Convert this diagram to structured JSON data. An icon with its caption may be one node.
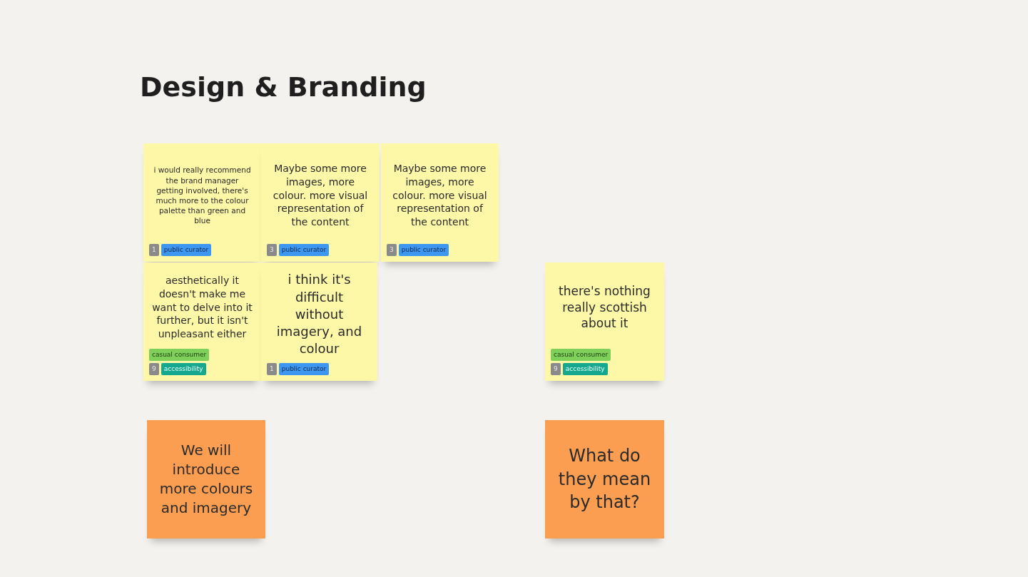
{
  "diagram": {
    "title": "Design & Branding",
    "nodes": [
      {
        "text": [
          "i would really recommend the brand manager getting involved, there's much more to the colour palette than green and blue",
          "1",
          "public curator"
        ]
      },
      {
        "text": [
          "Maybe some more images, more colour. more visual representation of the content",
          "3",
          "public curator"
        ]
      },
      {
        "text": [
          "Maybe some more images, more colour. more visual representation of the content",
          "3",
          "public curator"
        ]
      },
      {
        "text": [
          "aesthetically it doesn't make me want to delve into it further, but it isn't unpleasant either",
          "casual consumer",
          "9",
          "accessibility"
        ]
      },
      {
        "text": [
          "i think it's difficult without imagery, and colour",
          "1",
          "public curator"
        ]
      },
      {
        "text": [
          "there's nothing really scottish about it",
          "casual consumer",
          "9",
          "accessibility"
        ]
      },
      {
        "text": [
          "We will introduce more colours and imagery"
        ]
      },
      {
        "text": [
          "What do they mean by that?"
        ]
      }
    ],
    "edges": []
  }
}
